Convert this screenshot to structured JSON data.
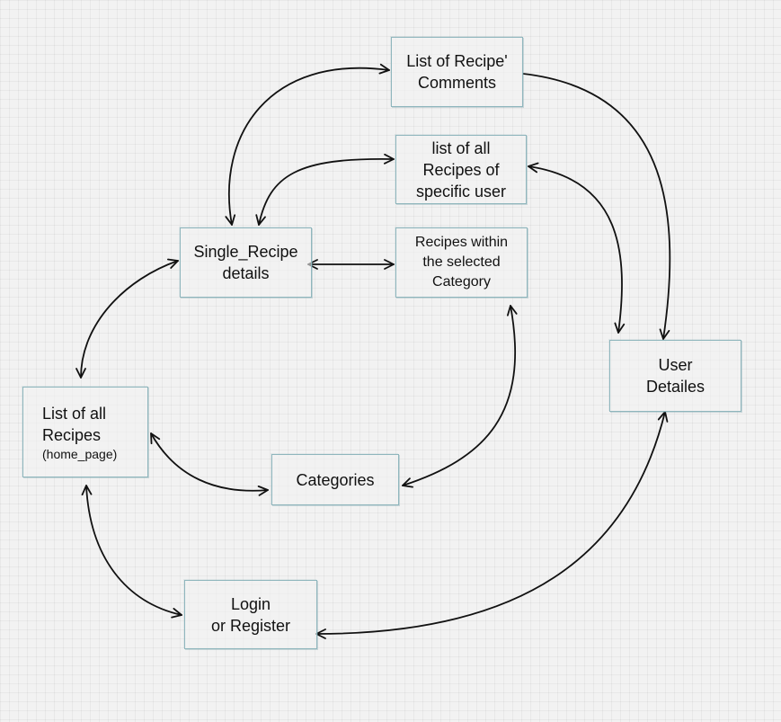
{
  "diagram": {
    "nodes": {
      "comments": {
        "lines": [
          "List of Recipe'",
          "Comments"
        ]
      },
      "user_recipes": {
        "lines": [
          "list of all",
          "Recipes of",
          "specific user"
        ]
      },
      "single": {
        "lines": [
          "Single_Recipe",
          "details"
        ]
      },
      "category_recipes": {
        "lines": [
          "Recipes within",
          "the selected",
          "Category"
        ]
      },
      "all_recipes": {
        "lines": [
          "List of all",
          "Recipes"
        ],
        "sub": "(home_page)"
      },
      "categories": {
        "lines": [
          "Categories"
        ]
      },
      "login": {
        "lines": [
          "Login",
          "or Register"
        ]
      },
      "user": {
        "lines": [
          "User",
          "Detailes"
        ]
      }
    },
    "edges": [
      {
        "from": "single",
        "to": "comments",
        "direction": "both"
      },
      {
        "from": "single",
        "to": "user_recipes",
        "direction": "both"
      },
      {
        "from": "single",
        "to": "category_recipes",
        "direction": "both"
      },
      {
        "from": "single",
        "to": "all_recipes",
        "direction": "both"
      },
      {
        "from": "all_recipes",
        "to": "categories",
        "direction": "both"
      },
      {
        "from": "categories",
        "to": "category_recipes",
        "direction": "both"
      },
      {
        "from": "all_recipes",
        "to": "login",
        "direction": "both"
      },
      {
        "from": "login",
        "to": "user",
        "direction": "both"
      },
      {
        "from": "user_recipes",
        "to": "user",
        "direction": "both"
      },
      {
        "from": "comments",
        "to": "user",
        "direction": "forward"
      }
    ]
  }
}
